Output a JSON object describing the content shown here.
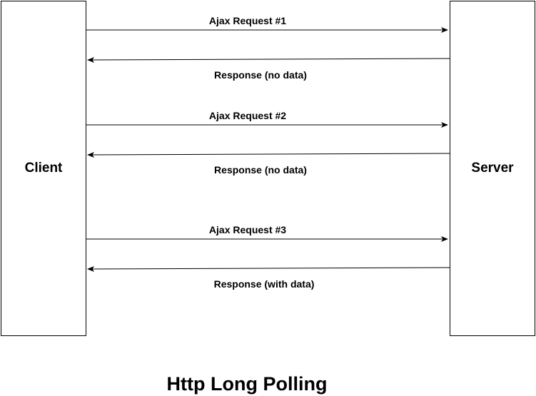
{
  "diagram": {
    "title": "Http Long Polling",
    "nodes": {
      "client": "Client",
      "server": "Server"
    },
    "messages": [
      {
        "label": "Ajax Request #1",
        "direction": "client-to-server"
      },
      {
        "label": "Response (no data)",
        "direction": "server-to-client"
      },
      {
        "label": "Ajax Request #2",
        "direction": "client-to-server"
      },
      {
        "label": "Response (no data)",
        "direction": "server-to-client"
      },
      {
        "label": "Ajax Request #3",
        "direction": "client-to-server"
      },
      {
        "label": "Response (with data)",
        "direction": "server-to-client"
      }
    ],
    "colors": {
      "stroke": "#000000",
      "background": "#ffffff"
    }
  }
}
